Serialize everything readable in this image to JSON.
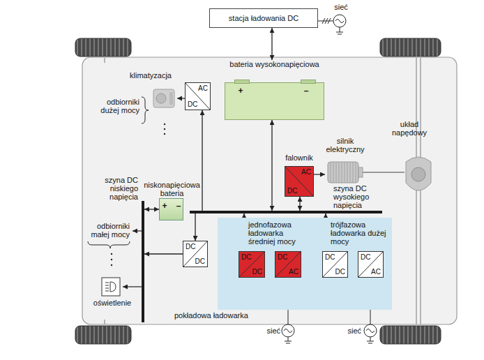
{
  "diagram": {
    "nodes": [
      {
        "text": [
          "stacja ładowania DC"
        ]
      },
      {
        "text": [
          "bateria wysokonapięciowa"
        ]
      },
      {
        "text": [
          "AC",
          "DC"
        ]
      },
      {
        "text": [
          "niskonapięciowa bateria"
        ]
      },
      {
        "text": [
          "szyna DC niskiego napięcia"
        ]
      },
      {
        "text": [
          "falownik",
          "AC",
          "DC"
        ]
      },
      {
        "text": [
          "szyna DC wysokiego napięcia"
        ]
      },
      {
        "text": [
          "DC",
          "DC"
        ]
      },
      {
        "text": [
          "pokładowa ładowarka"
        ]
      },
      {
        "text": [
          "DC",
          "DC"
        ],
        "in": 8
      },
      {
        "text": [
          "DC",
          "AC"
        ],
        "in": 8
      },
      {
        "text": [
          "DC",
          "DC"
        ],
        "in": 8
      },
      {
        "text": [
          "DC",
          "AC"
        ],
        "in": 8
      }
    ],
    "edges": [
      {
        "from": 0,
        "to": 1,
        "arrow": "both"
      },
      {
        "from": 1,
        "to": 6,
        "arrow": "both"
      },
      {
        "from": 6,
        "to": 2,
        "arrow": "to"
      },
      {
        "from": 5,
        "to": 6,
        "arrow": "both"
      },
      {
        "from": 6,
        "to": 7,
        "arrow": "to"
      },
      {
        "from": 7,
        "to": 4,
        "arrow": "to"
      },
      {
        "from": 3,
        "to": 4,
        "arrow": "both"
      },
      {
        "from": 9,
        "to": 6,
        "arrow": "to"
      },
      {
        "from": 11,
        "to": 6,
        "arrow": "to"
      },
      {
        "from": 10,
        "to": 9,
        "arrow": "to"
      },
      {
        "from": 12,
        "to": 11,
        "arrow": "to"
      }
    ],
    "labels": [
      "sieć",
      "klimatyzacja",
      "odbiorniki dużej mocy",
      "silnik elektryczny",
      "układ napędowy",
      "odbiorniki małej mocy",
      "oświetlenie",
      "jednofazowa ładowarka średniej mocy",
      "trójfazowa ładowarka dużej mocy",
      "sieć",
      "sieć",
      "+",
      "–",
      "+",
      "–"
    ]
  }
}
